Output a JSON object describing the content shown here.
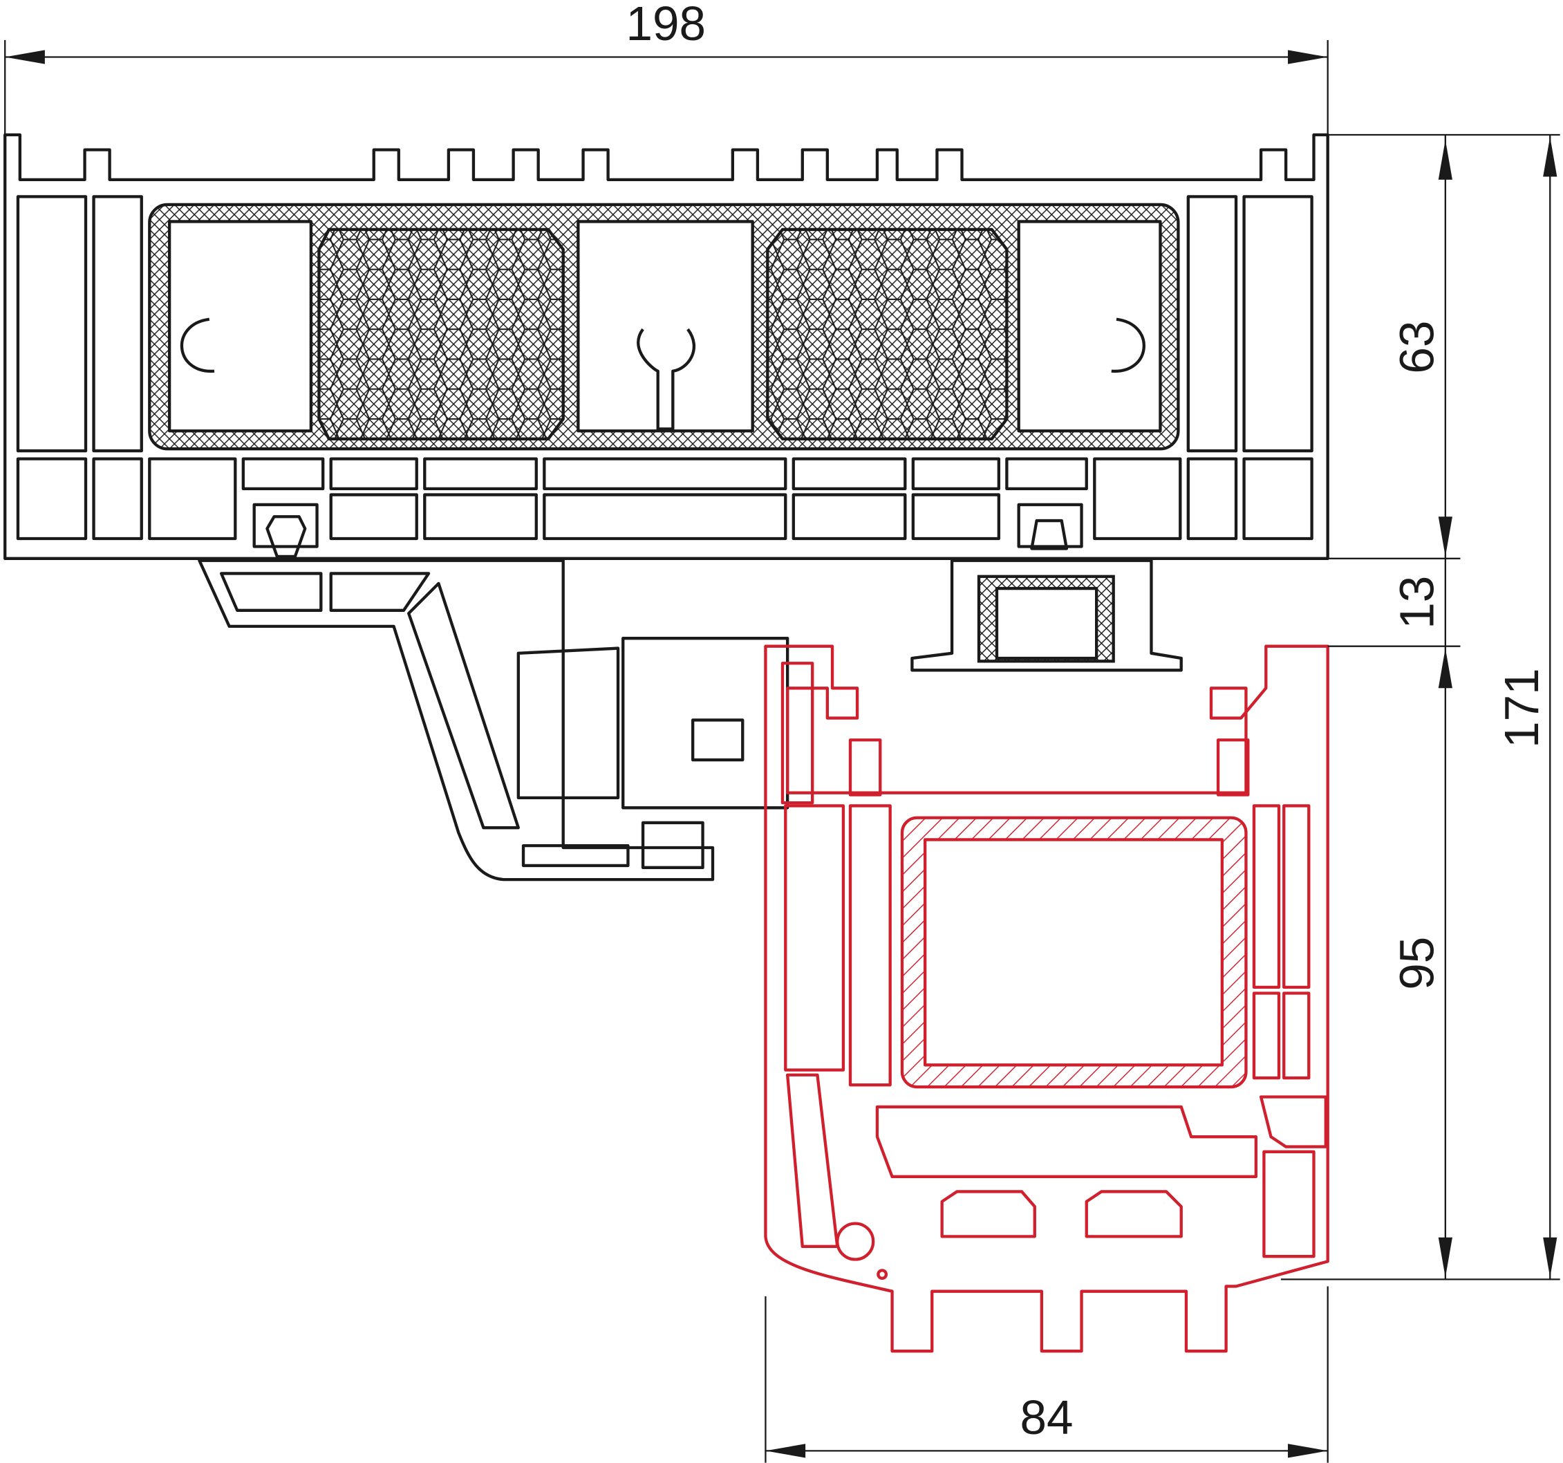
{
  "drawing": {
    "dimensions": {
      "overall_width": "198",
      "frame_depth": "63",
      "overlap_gap": "13",
      "total_height": "171",
      "sash_height": "95",
      "sash_width": "84"
    },
    "colors": {
      "frame": "#1a1a1a",
      "sash": "#d0202e"
    }
  }
}
